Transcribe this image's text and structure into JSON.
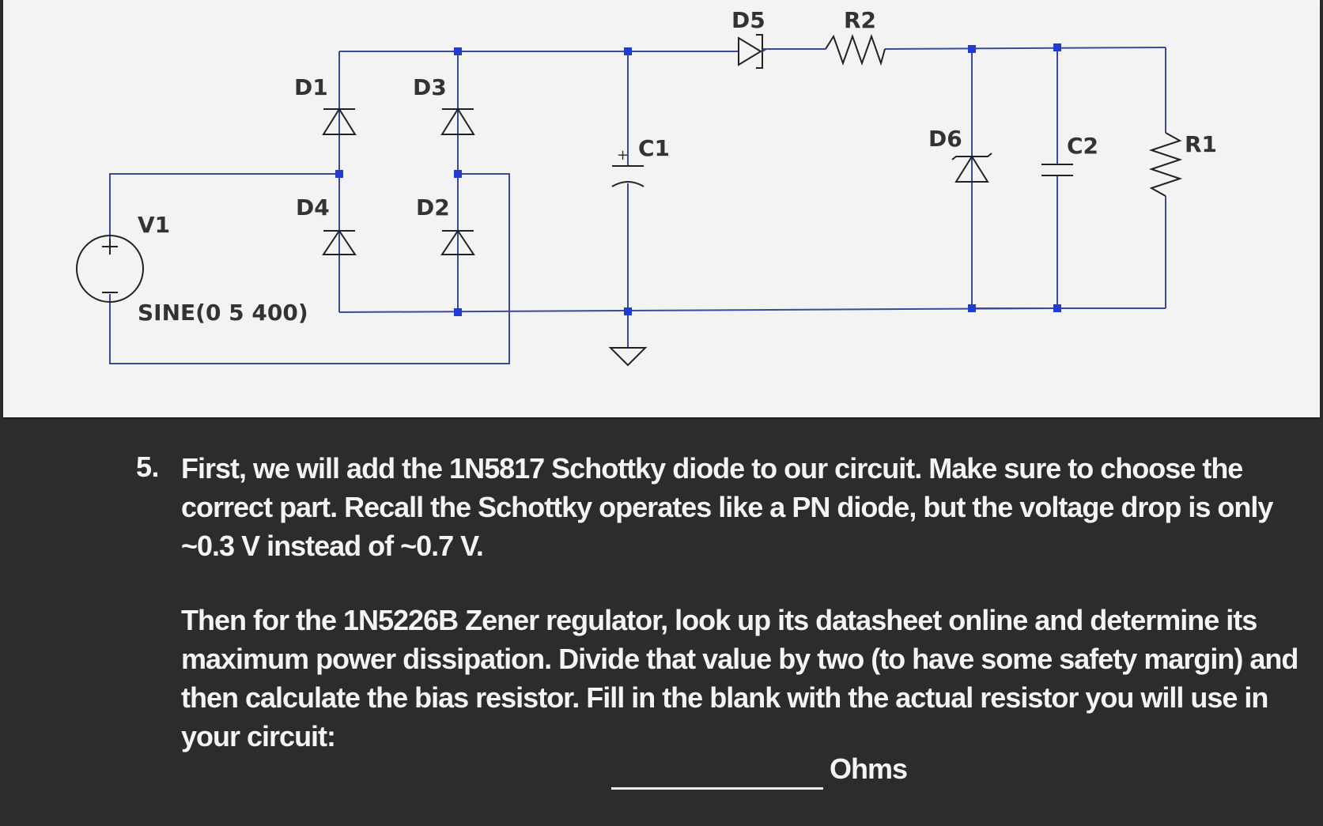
{
  "schematic": {
    "labels": {
      "d1": "D1",
      "d2": "D2",
      "d3": "D3",
      "d4": "D4",
      "d5": "D5",
      "d6": "D6",
      "r1": "R1",
      "r2": "R2",
      "c1": "C1",
      "c2": "C2",
      "v1": "V1",
      "v1_value": "SINE(0 5 400)",
      "c1_polarity": "+"
    },
    "colors": {
      "wire": "#3b4a9a",
      "junction": "#1f3bd1",
      "background": "#f2f3f2"
    }
  },
  "question": {
    "number": "5.",
    "paragraph1": "First, we will add the 1N5817 Schottky diode to our circuit.  Make sure to choose the correct part.  Recall the Schottky operates like a PN diode, but the voltage drop is only ~0.3 V instead of ~0.7 V.",
    "paragraph2": "Then for the 1N5226B Zener regulator, look up its datasheet online and determine its maximum power dissipation.  Divide that value by two (to have some safety margin) and then calculate the bias resistor.  Fill in the blank with the actual resistor you will use in your circuit:",
    "answer_unit": "Ohms"
  }
}
